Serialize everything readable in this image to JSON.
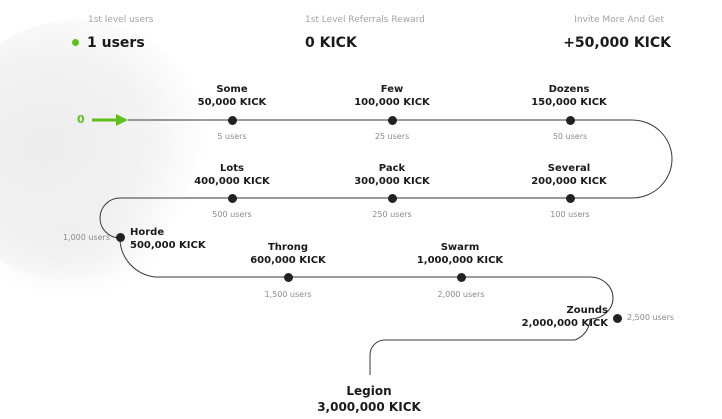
{
  "stats": {
    "level_users_label": "1st level users",
    "level_users_value": "1 users",
    "reward_label": "1st Level Referrals Reward",
    "reward_value": "0 KICK",
    "invite_label": "Invite More And Get",
    "invite_value": "+50,000 KICK"
  },
  "start": {
    "value": "0"
  },
  "colors": {
    "accent": "#5cc21b",
    "line": "#3a3a3a",
    "dot": "#222222"
  },
  "milestones": [
    {
      "name": "Some",
      "reward": "50,000 KICK",
      "users": "5 users"
    },
    {
      "name": "Few",
      "reward": "100,000 KICK",
      "users": "25 users"
    },
    {
      "name": "Dozens",
      "reward": "150,000 KICK",
      "users": "50 users"
    },
    {
      "name": "Several",
      "reward": "200,000 KICK",
      "users": "100 users"
    },
    {
      "name": "Pack",
      "reward": "300,000 KICK",
      "users": "250 users"
    },
    {
      "name": "Lots",
      "reward": "400,000 KICK",
      "users": "500 users"
    },
    {
      "name": "Horde",
      "reward": "500,000 KICK",
      "users": "1,000 users"
    },
    {
      "name": "Throng",
      "reward": "600,000 KICK",
      "users": "1,500 users"
    },
    {
      "name": "Swarm",
      "reward": "1,000,000 KICK",
      "users": "2,000 users"
    },
    {
      "name": "Zounds",
      "reward": "2,000,000 KICK",
      "users": "2,500 users"
    },
    {
      "name": "Legion",
      "reward": "3,000,000 KICK"
    }
  ]
}
